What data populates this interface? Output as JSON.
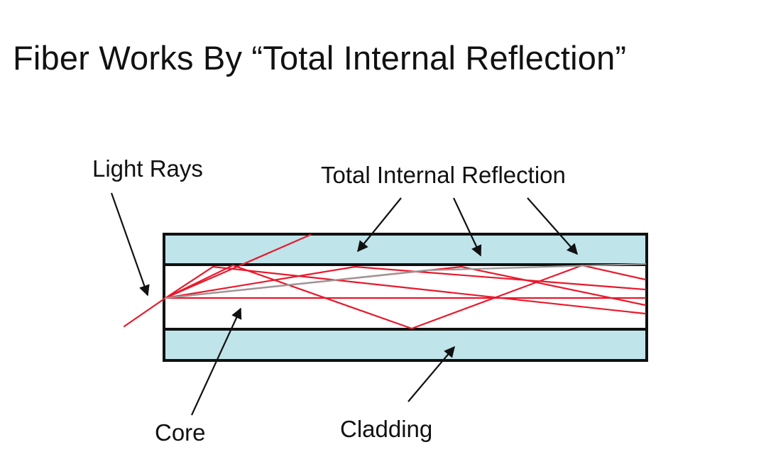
{
  "title": "Fiber Works By “Total Internal Reflection”",
  "labels": {
    "light_rays": "Light Rays",
    "total_internal_reflection": "Total Internal Reflection",
    "core": "Core",
    "cladding": "Cladding"
  },
  "colors": {
    "cladding_fill": "#bfe4ea",
    "core_fill": "#ffffff",
    "outline": "#111111",
    "ray": "#e8192c",
    "ray_grey": "#9a9a9a",
    "arrow": "#111111"
  }
}
